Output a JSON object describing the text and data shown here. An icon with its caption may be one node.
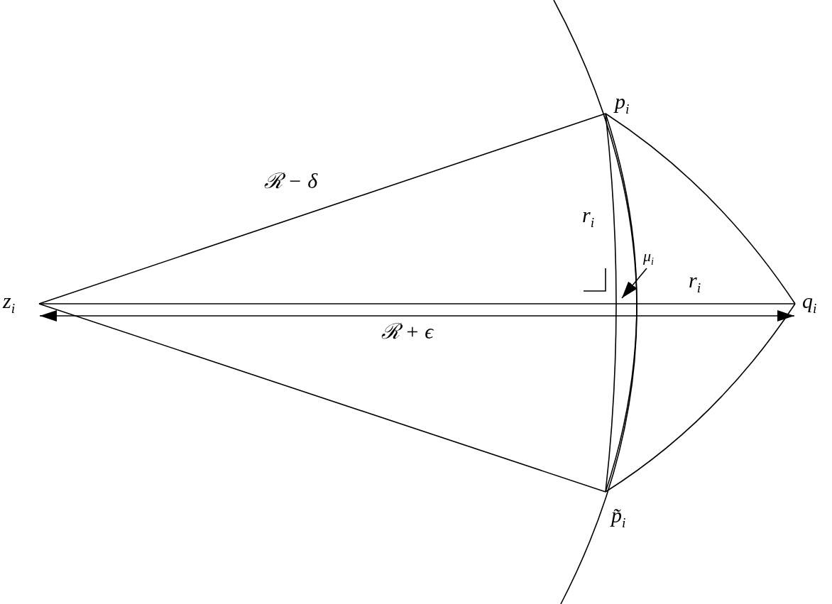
{
  "diagram": {
    "nodes": [
      {
        "text": [
          "z$_{i}$"
        ]
      },
      {
        "text": [
          "p$_{i}$"
        ]
      },
      {
        "text": [
          "q$_{i}$"
        ]
      },
      {
        "text": [
          "p̃$_{i}$"
        ]
      },
      {
        "text": [
          "μ$_{i}$"
        ]
      }
    ],
    "edges": [
      {
        "from": 0,
        "to": 1,
        "arrow": "none",
        "label": "ℛ − δ"
      },
      {
        "from": 0,
        "to": 2,
        "arrow": "none"
      },
      {
        "from": 0,
        "to": 3,
        "arrow": "none"
      },
      {
        "from": 1,
        "to": 2,
        "arrow": "none"
      },
      {
        "from": 1,
        "to": 3,
        "arrow": "none"
      },
      {
        "from": 1,
        "to": 3,
        "arrow": "none"
      },
      {
        "from": 3,
        "to": 2,
        "arrow": "none"
      },
      {
        "from": 0,
        "to": 2,
        "arrow": "both",
        "label": "ℛ + ϵ"
      },
      {
        "from": 4,
        "to": null,
        "arrow": "to"
      }
    ],
    "labels": [
      "r$_{i}$",
      "r$_{i}$"
    ]
  }
}
